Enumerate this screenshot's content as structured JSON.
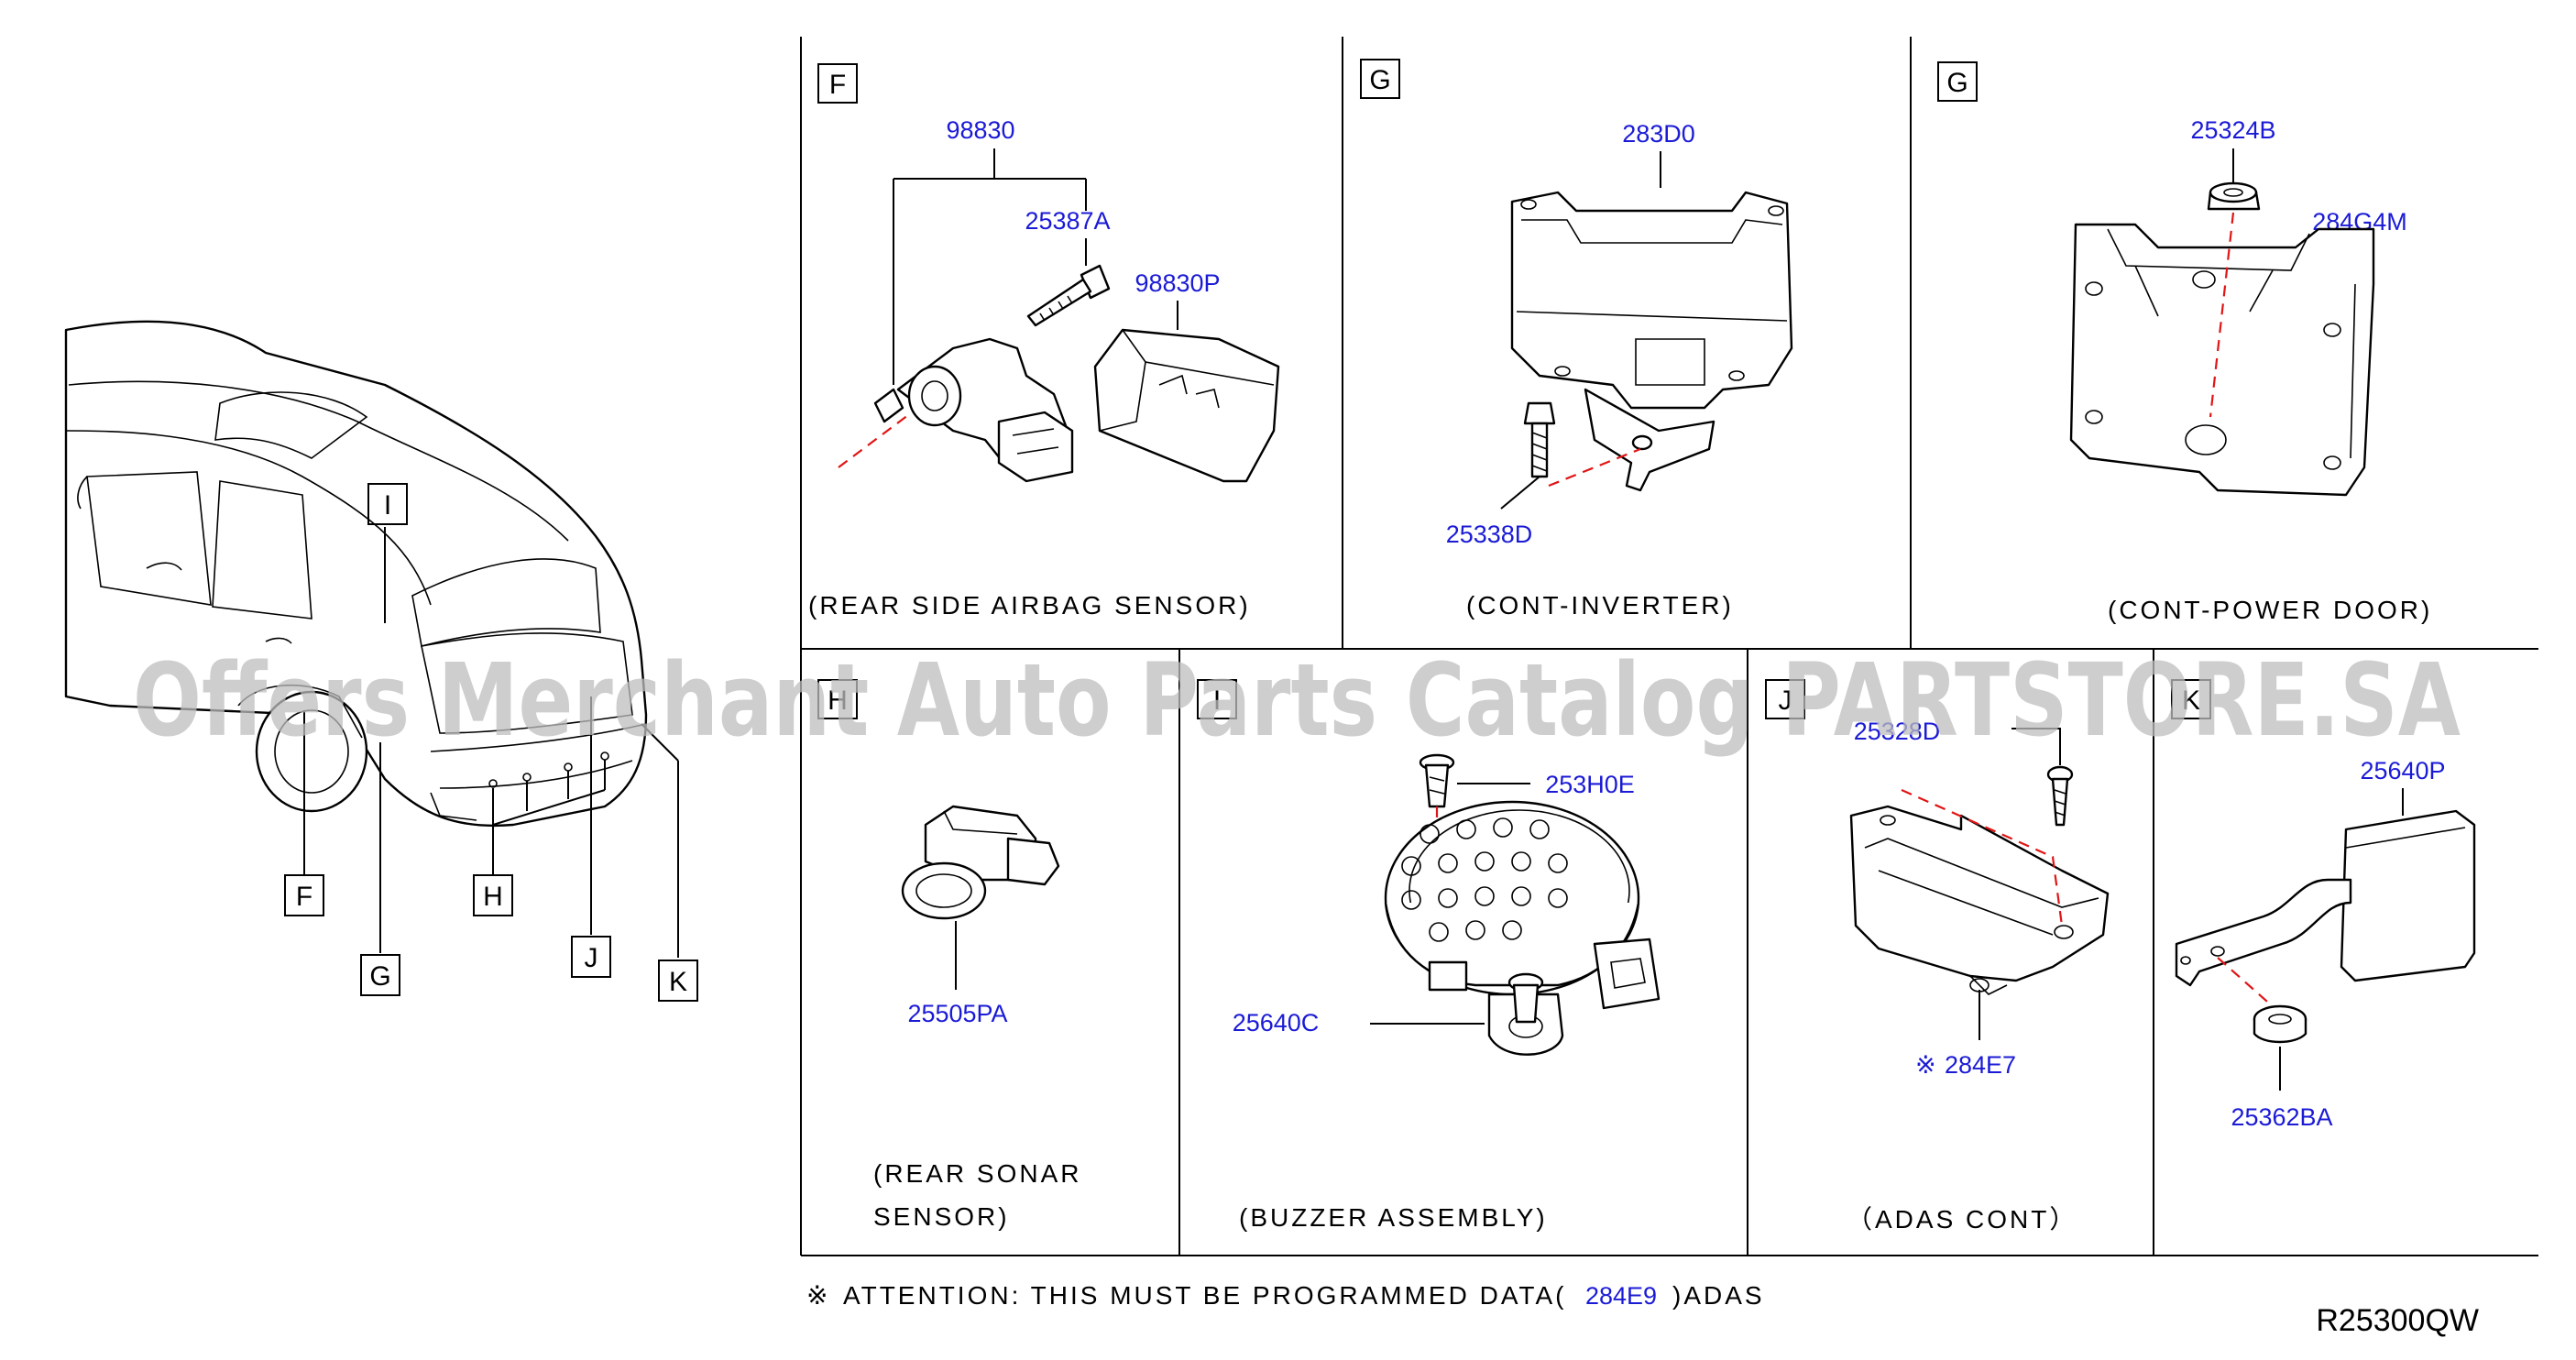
{
  "panels": {
    "f": {
      "letter": "F",
      "caption": "(REAR   SIDE   AIRBAG   SENSOR)",
      "parts": {
        "p1": "98830",
        "p2": "25387A",
        "p3": "98830P"
      }
    },
    "g1": {
      "letter": "G",
      "caption": "(CONT-INVERTER)",
      "parts": {
        "p1": "283D0",
        "p2": "25338D"
      }
    },
    "g2": {
      "letter": "G",
      "caption": "(CONT-POWER   DOOR)",
      "parts": {
        "p1": "25324B",
        "p2": "284G4M"
      }
    },
    "h": {
      "letter": "H",
      "caption_line1": "(REAR   SONAR",
      "caption_line2": "SENSOR)",
      "parts": {
        "p1": "25505PA"
      }
    },
    "i": {
      "letter": "I",
      "caption": "(BUZZER   ASSEMBLY)",
      "parts": {
        "p1": "253H0E",
        "p2": "25640C"
      }
    },
    "j": {
      "letter": "J",
      "caption": "（ADAS   CONT）",
      "parts": {
        "p1": "25328D",
        "p2_mark": "※",
        "p2": "284E7"
      }
    },
    "k": {
      "letter": "K",
      "parts": {
        "p1": "25640P",
        "p2": "25362BA"
      }
    }
  },
  "car_callouts": [
    "I",
    "F",
    "G",
    "H",
    "J",
    "K"
  ],
  "attention": {
    "mark": "※",
    "text": "ATTENTION:   THIS   MUST   BE   PROGRAMMED   DATA(",
    "part": "284E9",
    "suffix": ")ADAS"
  },
  "diagram_id": "R25300QW",
  "watermark": "Offers Merchant Auto Parts Catalog PARTSTORE.SA",
  "colors": {
    "part_number": "#1b1bd6",
    "leader_dash": "#e01515",
    "watermark": "#bdbdbd"
  }
}
